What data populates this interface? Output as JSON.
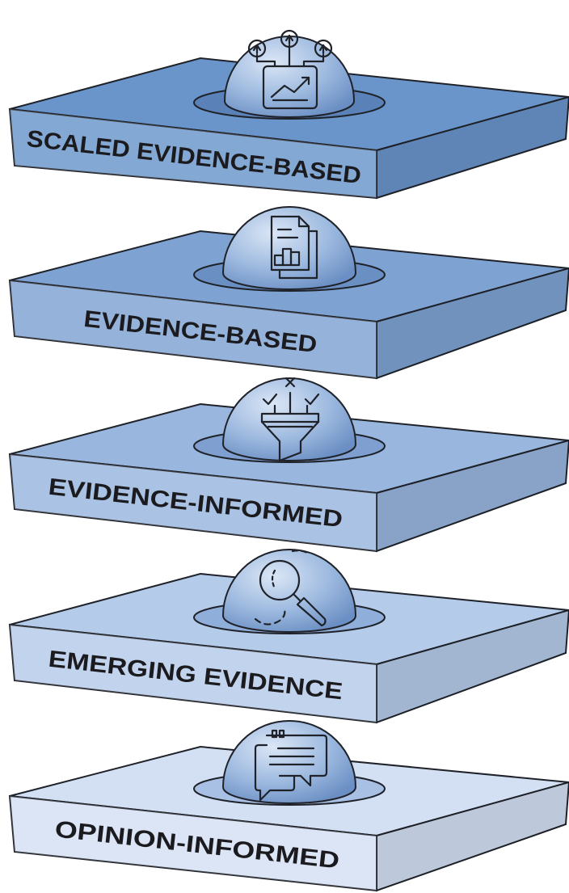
{
  "levels": [
    {
      "label": "SCALED EVIDENCE-BASED",
      "icon": "growth-chart-monitor-icon",
      "color": "#6a95cb"
    },
    {
      "label": "EVIDENCE-BASED",
      "icon": "document-bar-chart-icon",
      "color": "#7ea3d2"
    },
    {
      "label": "EVIDENCE-INFORMED",
      "icon": "filter-funnel-icon",
      "color": "#98b6de"
    },
    {
      "label": "EMERGING EVIDENCE",
      "icon": "magnifying-glass-icon",
      "color": "#b5cbea"
    },
    {
      "label": "OPINION-INFORMED",
      "icon": "speech-bubbles-quote-icon",
      "color": "#d3e0f3"
    }
  ]
}
